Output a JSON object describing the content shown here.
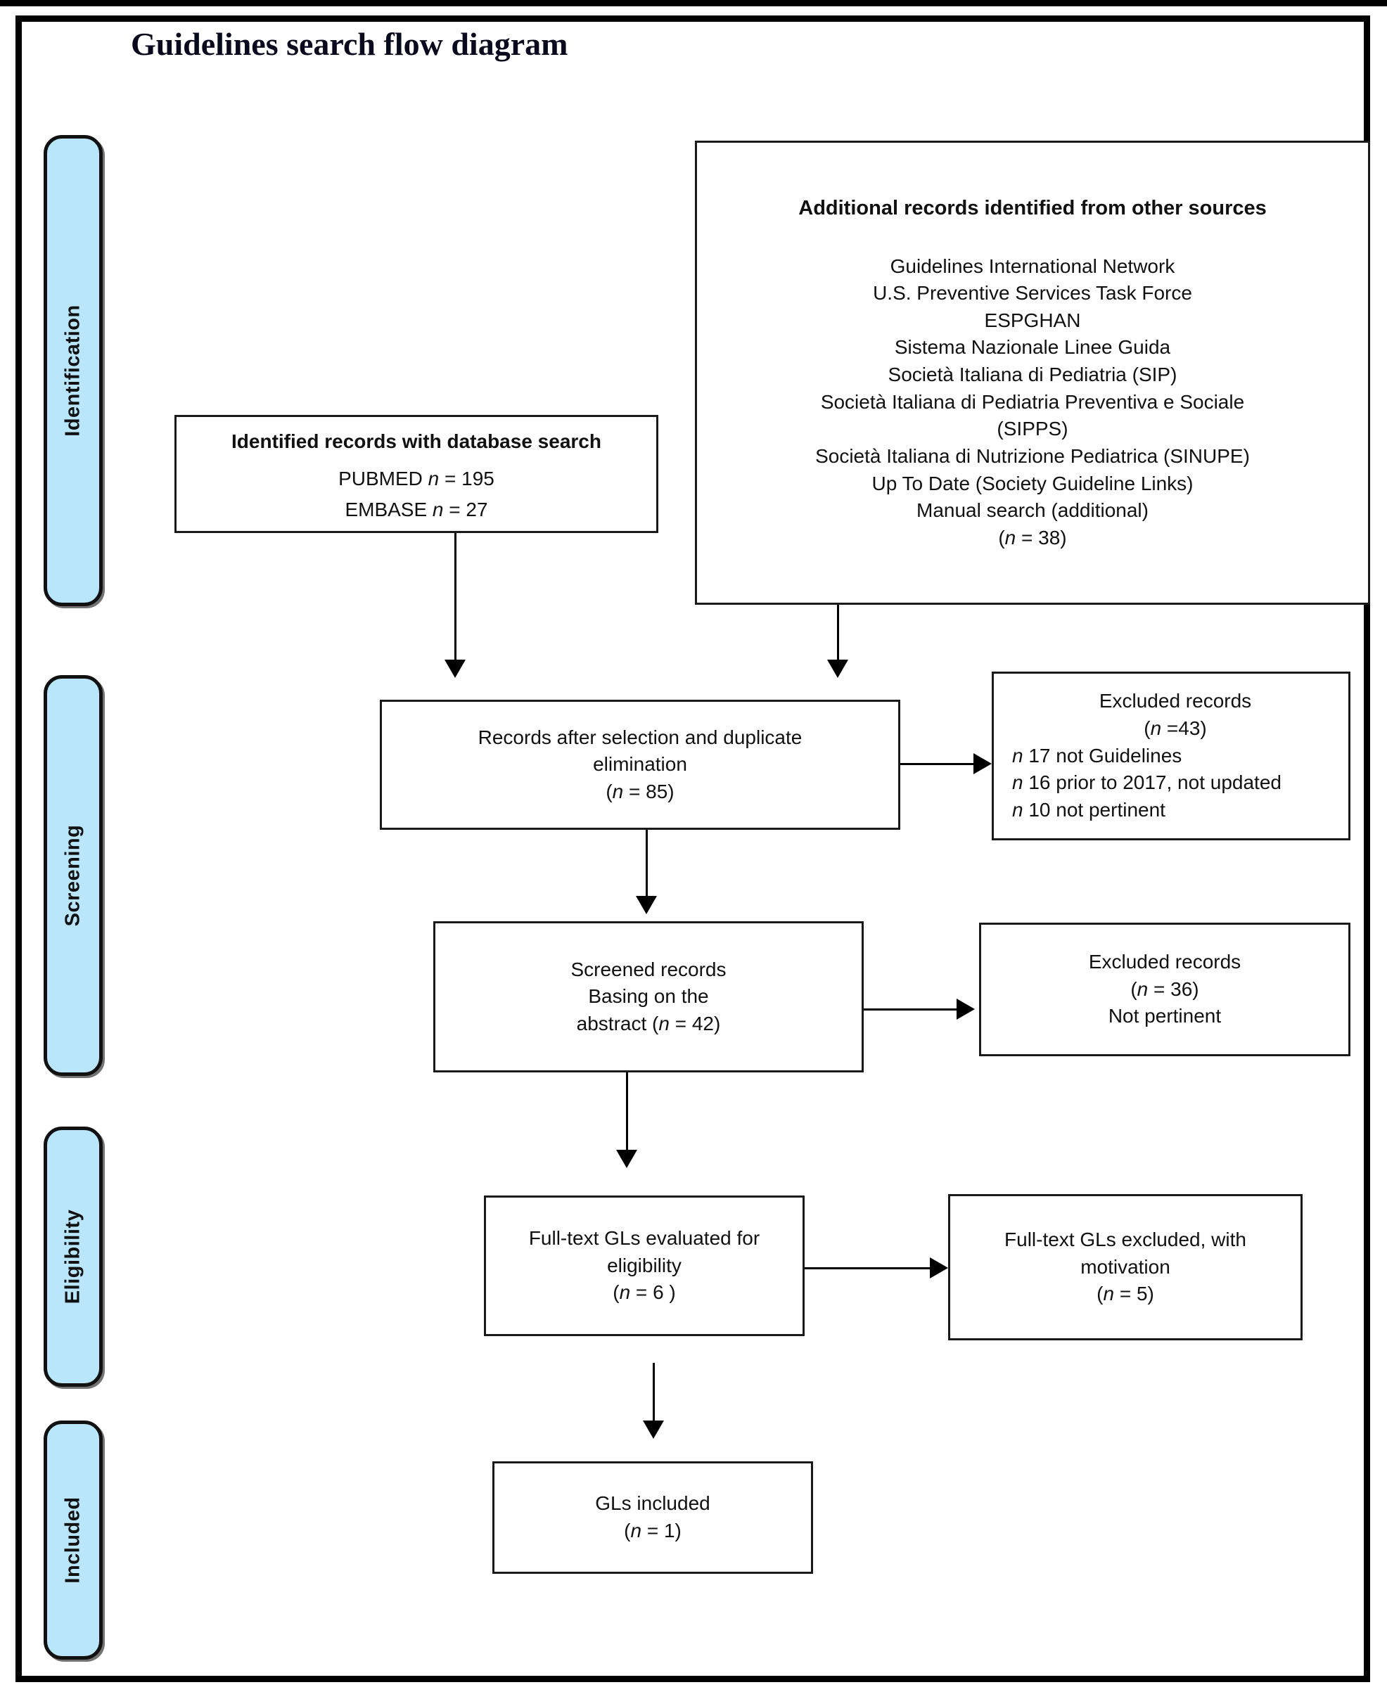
{
  "title": "Guidelines search flow diagram",
  "stages": [
    {
      "id": "identification",
      "label": "Identification"
    },
    {
      "id": "screening",
      "label": "Screening"
    },
    {
      "id": "eligibility",
      "label": "Eligibility"
    },
    {
      "id": "included",
      "label": "Included"
    }
  ],
  "colors": {
    "stage_fill": "#b9e6fb",
    "stage_border": "#111111",
    "box_border": "#1a1a1a",
    "frame": "#000000",
    "text": "#111111",
    "title": "#0a0a1e"
  },
  "boxes": {
    "other_sources": {
      "heading": "Additional records identified from other sources",
      "sources": [
        "Guidelines International Network",
        "U.S. Preventive Services Task Force",
        "ESPGHAN",
        "Sistema Nazionale Linee Guida",
        "Società Italiana di Pediatria (SIP)",
        "Società Italiana di Pediatria Preventiva e Sociale",
        "(SIPPS)",
        "Società Italiana di Nutrizione Pediatrica (SINUPE)",
        "Up To Date (Society Guideline Links)",
        "Manual search (additional)"
      ],
      "count_prefix": "(",
      "count_italic": "n",
      "count_suffix": " = 38)"
    },
    "database_search": {
      "heading": "Identified records with database search",
      "line1_pre": "PUBMED ",
      "line1_italic": "n",
      "line1_post": " = 195",
      "line2_pre": "EMBASE ",
      "line2_italic": "n",
      "line2_post": " = 27"
    },
    "after_selection": {
      "line1": "Records after selection and duplicate",
      "line2": "elimination",
      "count_pre": "(",
      "count_italic": "n",
      "count_post": " = 85)"
    },
    "excluded_1": {
      "heading": "Excluded records",
      "count_pre": "(",
      "count_italic": "n",
      "count_post": " =43)",
      "reasons": [
        {
          "italic": "n",
          "text": " 17 not Guidelines"
        },
        {
          "italic": "n",
          "text": " 16 prior to 2017, not updated"
        },
        {
          "italic": "n",
          "text": " 10 not pertinent"
        }
      ]
    },
    "screened": {
      "line1": "Screened records",
      "line2": "Basing on the",
      "line3_pre": "abstract (",
      "line3_italic": "n",
      "line3_post": " = 42)"
    },
    "excluded_2": {
      "heading": "Excluded records",
      "count_pre": "(",
      "count_italic": "n",
      "count_post": " = 36)",
      "reason": "Not pertinent"
    },
    "fulltext_evaluated": {
      "line1": "Full-text GLs evaluated for",
      "line2": "eligibility",
      "count_pre": "(",
      "count_italic": "n",
      "count_post": " = 6 )"
    },
    "fulltext_excluded": {
      "line1": "Full-text GLs excluded, with",
      "line2": "motivation",
      "count_pre": "(",
      "count_italic": "n",
      "count_post": " = 5)"
    },
    "included": {
      "line1": "GLs included",
      "count_pre": "(",
      "count_italic": "n",
      "count_post": " = 1)"
    }
  }
}
